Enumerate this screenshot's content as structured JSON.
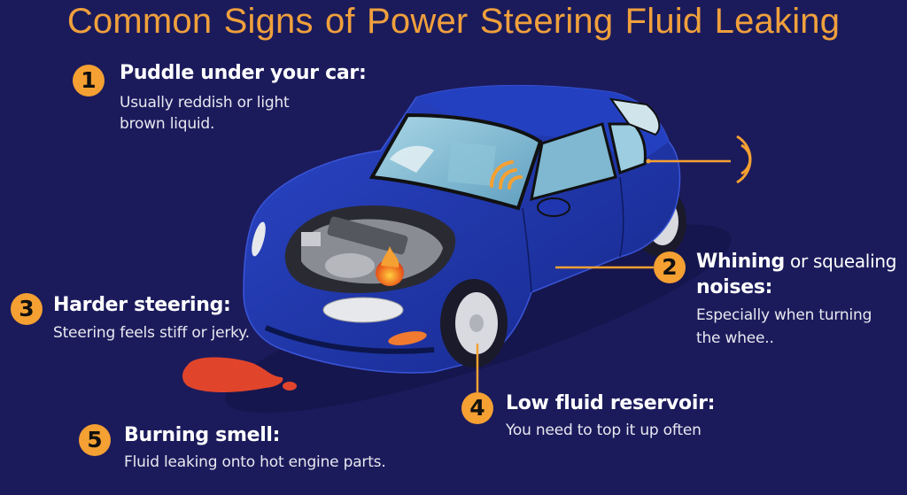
{
  "title": "Common Signs of Power Steering Fluid Leaking",
  "colors": {
    "background": "#1b1b5c",
    "accent": "#f5a032",
    "title": "#f0a03c",
    "text": "#ffffff",
    "car_body": "#1f36b0",
    "puddle": "#e0452c"
  },
  "signs": [
    {
      "number": "1",
      "heading": "Puddle under your car:",
      "desc_line1": "Usually reddish or light",
      "desc_line2": "brown liquid."
    },
    {
      "number": "2",
      "heading_bold": "Whining",
      "heading_light": " or squealing",
      "heading_line2": "noises:",
      "desc_line1": "Especially when turning",
      "desc_line2": "the whee.."
    },
    {
      "number": "3",
      "heading": "Harder steering:",
      "desc_line1": "Steering feels stiff or jerky."
    },
    {
      "number": "4",
      "heading": "Low fluid reservoir:",
      "desc_line1": "You need to top it up often"
    },
    {
      "number": "5",
      "heading": "Burning smell:",
      "desc_line1": "Fluid leaking onto  hot engine parts."
    }
  ],
  "illustration": {
    "subject": "blue-sedan-with-open-hood",
    "icons": [
      "engine-icon",
      "fire-icon",
      "sound-waves-icon",
      "fluid-puddle-icon"
    ]
  }
}
